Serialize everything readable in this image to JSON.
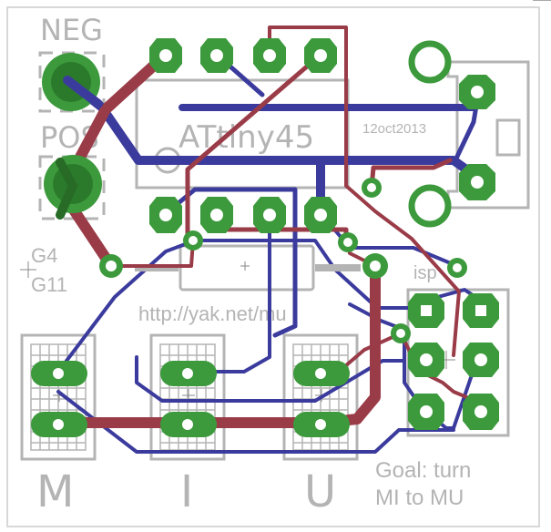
{
  "labels": {
    "neg": "NEG",
    "pos": "POS",
    "chip": "ATtiny45",
    "date": "12oct2013",
    "g4": "G4",
    "g11": "G11",
    "url": "http://yak.net/mu",
    "isp": "isp",
    "switch_m": "M",
    "switch_i": "I",
    "switch_u": "U",
    "goal_line1": "Goal: turn",
    "goal_line2": "MI to MU"
  },
  "colors": {
    "silkscreen": "#b4b4b4",
    "pad": "#3c9a3c",
    "top_trace": "#9a3b48",
    "bottom_trace": "#3b3b9e",
    "dark_green": "#276b27"
  }
}
